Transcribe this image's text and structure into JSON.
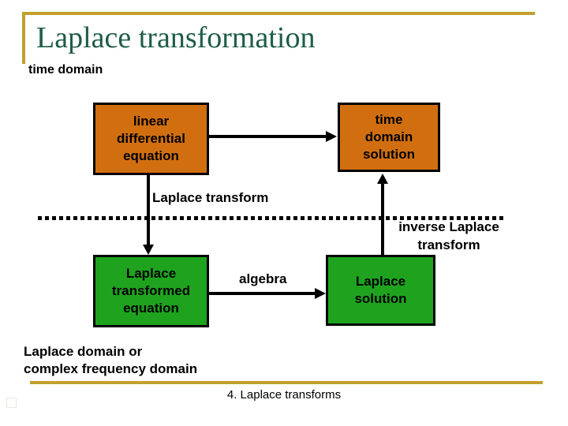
{
  "title": "Laplace transformation",
  "regions": {
    "time_domain_label": "time domain",
    "laplace_domain_label": "Laplace domain or\ncomplex frequency domain"
  },
  "boxes": {
    "linear_differential_equation": "linear\ndifferential\nequation",
    "time_domain_solution": "time\ndomain\nsolution",
    "laplace_transformed_equation": "Laplace\ntransformed\nequation",
    "laplace_solution": "Laplace\nsolution"
  },
  "flow_labels": {
    "laplace_transform": "Laplace transform",
    "inverse_laplace_transform": "inverse Laplace\ntransform",
    "algebra": "algebra"
  },
  "footer": "4. Laplace transforms",
  "colors": {
    "title_green": "#1e5c48",
    "accent_gold": "#c2a02c",
    "box_orange": "#d16f10",
    "box_green": "#1fa31f",
    "box_border": "#000000",
    "text": "#000000"
  }
}
